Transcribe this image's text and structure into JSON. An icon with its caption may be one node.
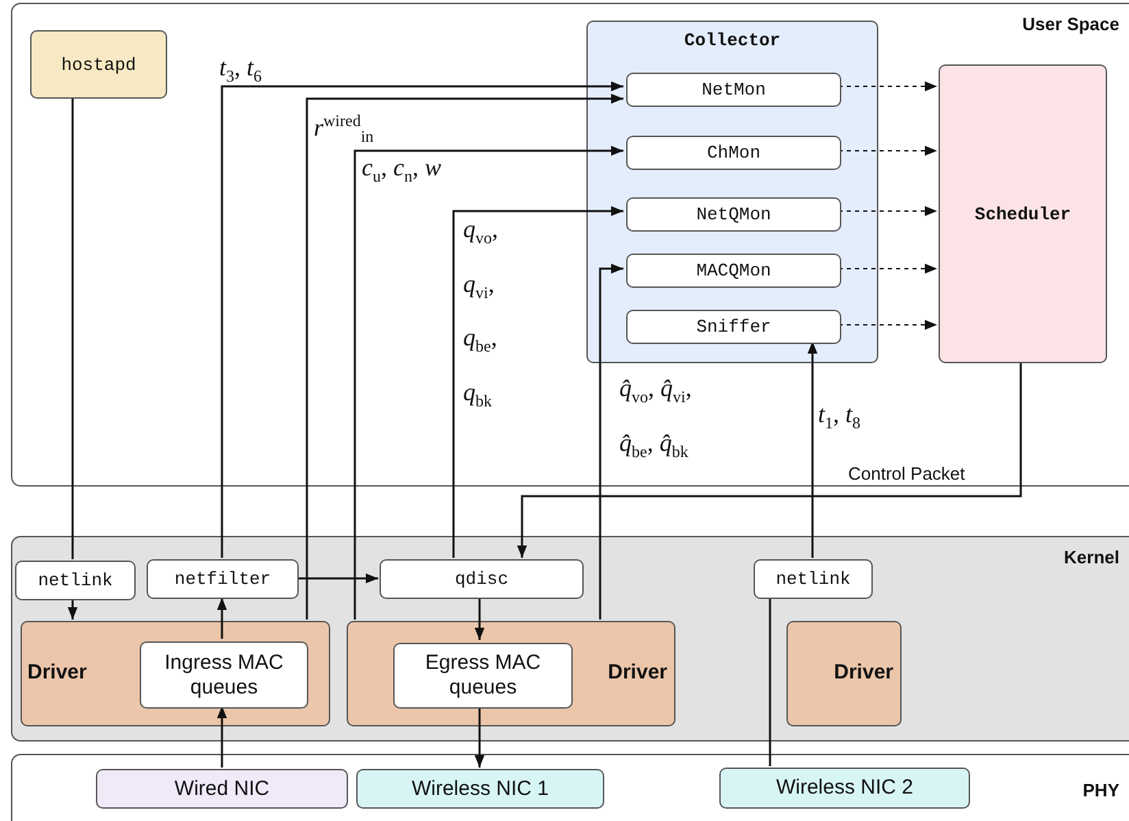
{
  "diagram": {
    "nodes": [
      {
        "text": [
          "User Space"
        ]
      },
      {
        "text": [
          "Kernel"
        ]
      },
      {
        "text": [
          "PHY"
        ]
      },
      {
        "text": [
          "hostapd"
        ],
        "in": 0
      },
      {
        "text": [
          "Collector"
        ],
        "in": 0
      },
      {
        "text": [
          "NetMon"
        ],
        "in": 4
      },
      {
        "text": [
          "ChMon"
        ],
        "in": 4
      },
      {
        "text": [
          "NetQMon"
        ],
        "in": 4
      },
      {
        "text": [
          "MACQMon"
        ],
        "in": 4
      },
      {
        "text": [
          "Sniffer"
        ],
        "in": 4
      },
      {
        "text": [
          "Scheduler"
        ],
        "in": 0
      },
      {
        "text": [
          "netlink"
        ],
        "in": 1
      },
      {
        "text": [
          "netfilter"
        ],
        "in": 1
      },
      {
        "text": [
          "qdisc"
        ],
        "in": 1
      },
      {
        "text": [
          "netlink"
        ],
        "in": 1
      },
      {
        "text": [
          "Driver"
        ],
        "in": 1
      },
      {
        "text": [
          "Ingress MAC queues"
        ],
        "in": 15
      },
      {
        "text": [
          "Driver"
        ],
        "in": 1
      },
      {
        "text": [
          "Egress MAC queues"
        ],
        "in": 17
      },
      {
        "text": [
          "Driver"
        ],
        "in": 1
      },
      {
        "text": [
          "Wired NIC"
        ],
        "in": 2
      },
      {
        "text": [
          "Wireless NIC 1"
        ],
        "in": 2
      },
      {
        "text": [
          "Wireless NIC 2"
        ],
        "in": 2
      }
    ],
    "edges": [
      {
        "from": 3,
        "to": 11,
        "arrow": "none"
      },
      {
        "from": 11,
        "to": 15,
        "arrow": "to"
      },
      {
        "from": 12,
        "to": 5,
        "arrow": "to",
        "label": "*t*$_{3}$, *t*$_{6}$"
      },
      {
        "from": 16,
        "to": 12,
        "arrow": "to"
      },
      {
        "from": 15,
        "to": 5,
        "arrow": "to",
        "label": "*r*$^{wired}$$_{in}$"
      },
      {
        "from": 17,
        "to": 6,
        "arrow": "to",
        "label": "*c*$_{u}$, *c*$_{n}$, *w*"
      },
      {
        "from": 12,
        "to": 13,
        "arrow": "to"
      },
      {
        "from": 13,
        "to": 7,
        "arrow": "to",
        "label": "*q*$_{vo}$, *q*$_{vi}$, *q*$_{be}$, *q*$_{bk}$"
      },
      {
        "from": 17,
        "to": 8,
        "arrow": "to",
        "label": "*q̂*$_{vo}$, *q̂*$_{vi}$, *q̂*$_{be}$, *q̂*$_{bk}$"
      },
      {
        "from": 13,
        "to": 18,
        "arrow": "to"
      },
      {
        "from": 18,
        "to": 21,
        "arrow": "to"
      },
      {
        "from": 20,
        "to": 16,
        "arrow": "to"
      },
      {
        "from": 22,
        "to": 14,
        "arrow": "none"
      },
      {
        "from": 14,
        "to": 9,
        "arrow": "to",
        "label": "*t*$_{1}$, *t*$_{8}$"
      },
      {
        "from": 10,
        "to": 13,
        "arrow": "to",
        "label": "Control Packet"
      },
      {
        "from": 5,
        "to": 10,
        "arrow": "to",
        "style": "dashed"
      },
      {
        "from": 6,
        "to": 10,
        "arrow": "to",
        "style": "dashed"
      },
      {
        "from": 7,
        "to": 10,
        "arrow": "to",
        "style": "dashed"
      },
      {
        "from": 8,
        "to": 10,
        "arrow": "to",
        "style": "dashed"
      },
      {
        "from": 9,
        "to": 10,
        "arrow": "to",
        "style": "dashed"
      }
    ]
  }
}
